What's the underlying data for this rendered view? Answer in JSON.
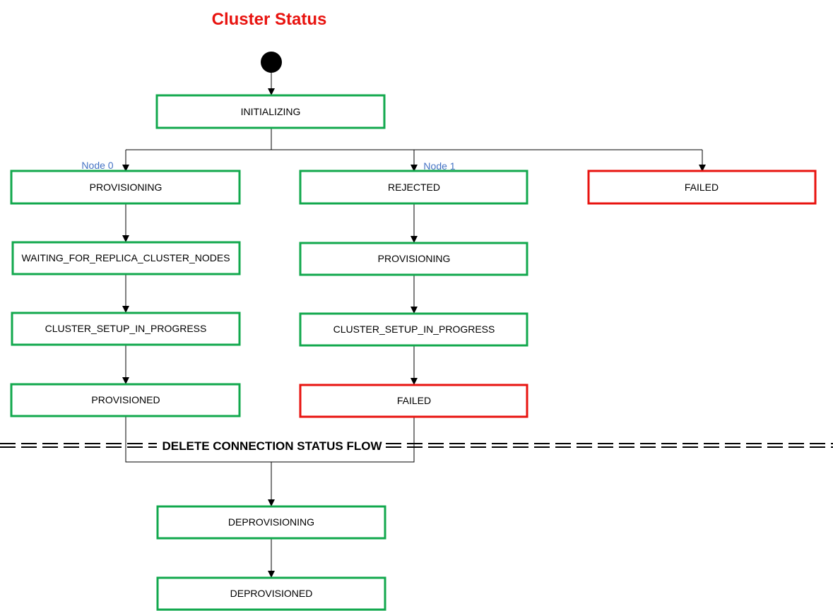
{
  "title": "Cluster Status",
  "colors": {
    "title": "#e8130f",
    "ok_border": "#12a84d",
    "fail_border": "#e8130f",
    "branch_label": "#4472c4",
    "line": "#000000"
  },
  "branch_labels": {
    "node0": "Node 0",
    "node1": "Node 1"
  },
  "divider_label": "DELETE CONNECTION STATUS FLOW",
  "nodes": {
    "initializing": "INITIALIZING",
    "provisioning_node0": "PROVISIONING",
    "rejected": "REJECTED",
    "failed_top": "FAILED",
    "waiting_for_replica": "WAITING_FOR_REPLICA_CLUSTER_NODES",
    "provisioning_node1": "PROVISIONING",
    "cluster_setup_node0": "CLUSTER_SETUP_IN_PROGRESS",
    "cluster_setup_node1": "CLUSTER_SETUP_IN_PROGRESS",
    "provisioned": "PROVISIONED",
    "failed_node1": "FAILED",
    "deprovisioning": "DEPROVISIONING",
    "deprovisioned": "DEPROVISIONED"
  },
  "node_status": {
    "initializing": "ok",
    "provisioning_node0": "ok",
    "rejected": "ok",
    "failed_top": "fail",
    "waiting_for_replica": "ok",
    "provisioning_node1": "ok",
    "cluster_setup_node0": "ok",
    "cluster_setup_node1": "ok",
    "provisioned": "ok",
    "failed_node1": "fail",
    "deprovisioning": "ok",
    "deprovisioned": "ok"
  }
}
